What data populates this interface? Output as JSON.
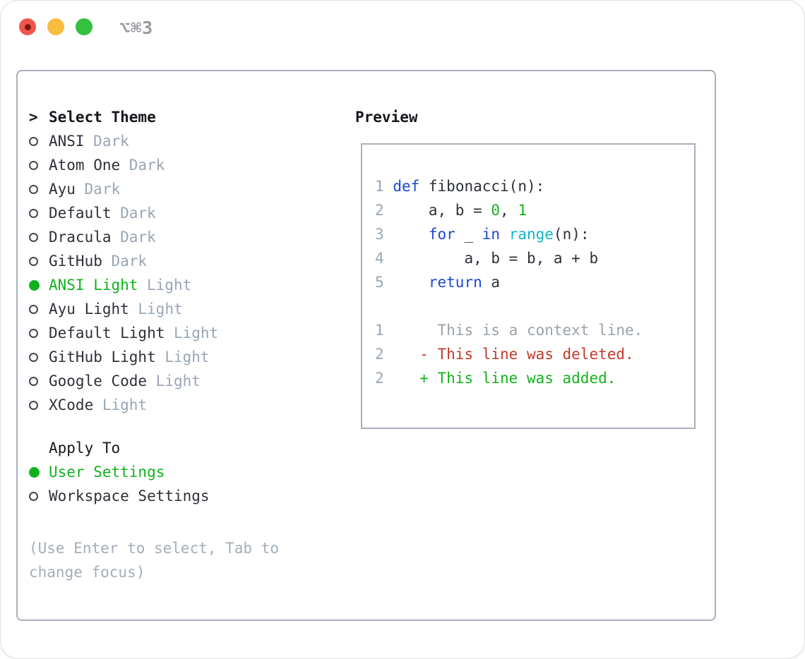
{
  "window": {
    "title": "⌥⌘3"
  },
  "traffic_lights": [
    {
      "name": "close",
      "color": "#f0564e",
      "has_inner_dot": true,
      "inner_dot_color": "#7d1510"
    },
    {
      "name": "minimize",
      "color": "#f7bd40"
    },
    {
      "name": "zoom",
      "color": "#33c13e"
    }
  ],
  "theme_selector": {
    "header_prefix": ">",
    "header": "Select Theme",
    "items": [
      {
        "name": "ANSI",
        "tag": "Dark",
        "selected": false
      },
      {
        "name": "Atom One",
        "tag": "Dark",
        "selected": false
      },
      {
        "name": "Ayu",
        "tag": "Dark",
        "selected": false
      },
      {
        "name": "Default",
        "tag": "Dark",
        "selected": false
      },
      {
        "name": "Dracula",
        "tag": "Dark",
        "selected": false
      },
      {
        "name": "GitHub",
        "tag": "Dark",
        "selected": false
      },
      {
        "name": "ANSI Light",
        "tag": "Light",
        "selected": true
      },
      {
        "name": "Ayu Light",
        "tag": "Light",
        "selected": false
      },
      {
        "name": "Default Light",
        "tag": "Light",
        "selected": false
      },
      {
        "name": "GitHub Light",
        "tag": "Light",
        "selected": false
      },
      {
        "name": "Google Code",
        "tag": "Light",
        "selected": false
      },
      {
        "name": "XCode",
        "tag": "Light",
        "selected": false
      }
    ]
  },
  "apply_to": {
    "header": "Apply To",
    "options": [
      {
        "label": "User Settings",
        "selected": true
      },
      {
        "label": "Workspace Settings",
        "selected": false
      }
    ]
  },
  "hint": "(Use Enter to select, Tab to change focus)",
  "preview": {
    "header": "Preview",
    "code_lines": [
      {
        "num": "1",
        "segments": [
          {
            "text": " ",
            "color": "plain"
          },
          {
            "text": "def",
            "color": "keyword"
          },
          {
            "text": " fibonacci(n):",
            "color": "plain"
          }
        ]
      },
      {
        "num": "2",
        "segments": [
          {
            "text": "     a, b = ",
            "color": "plain"
          },
          {
            "text": "0",
            "color": "number"
          },
          {
            "text": ", ",
            "color": "plain"
          },
          {
            "text": "1",
            "color": "number"
          }
        ]
      },
      {
        "num": "3",
        "segments": [
          {
            "text": "     ",
            "color": "plain"
          },
          {
            "text": "for",
            "color": "keyword"
          },
          {
            "text": " _ ",
            "color": "plain"
          },
          {
            "text": "in",
            "color": "keyword"
          },
          {
            "text": " ",
            "color": "plain"
          },
          {
            "text": "range",
            "color": "function"
          },
          {
            "text": "(n):",
            "color": "plain"
          }
        ]
      },
      {
        "num": "4",
        "segments": [
          {
            "text": "         a, b = b, a + b",
            "color": "plain"
          }
        ]
      },
      {
        "num": "5",
        "segments": [
          {
            "text": "     ",
            "color": "plain"
          },
          {
            "text": "return",
            "color": "keyword"
          },
          {
            "text": " a",
            "color": "plain"
          }
        ]
      },
      {
        "num": "",
        "segments": []
      },
      {
        "num": "1",
        "segments": [
          {
            "text": "      This is a context line.",
            "color": "context"
          }
        ]
      },
      {
        "num": "2",
        "segments": [
          {
            "text": "    - This line was deleted.",
            "color": "deleted"
          }
        ]
      },
      {
        "num": "2",
        "segments": [
          {
            "text": "    + This line was added.",
            "color": "added"
          }
        ]
      }
    ]
  },
  "colors": {
    "accent_green": "#10b21c",
    "keyword_blue": "#1a49d2",
    "function_cyan": "#12b5c9",
    "deleted_red": "#c43a2b",
    "line_number_gray": "#99a5b6",
    "muted_gray": "#9aa6b4",
    "panel_border": "#a9b0ba"
  }
}
